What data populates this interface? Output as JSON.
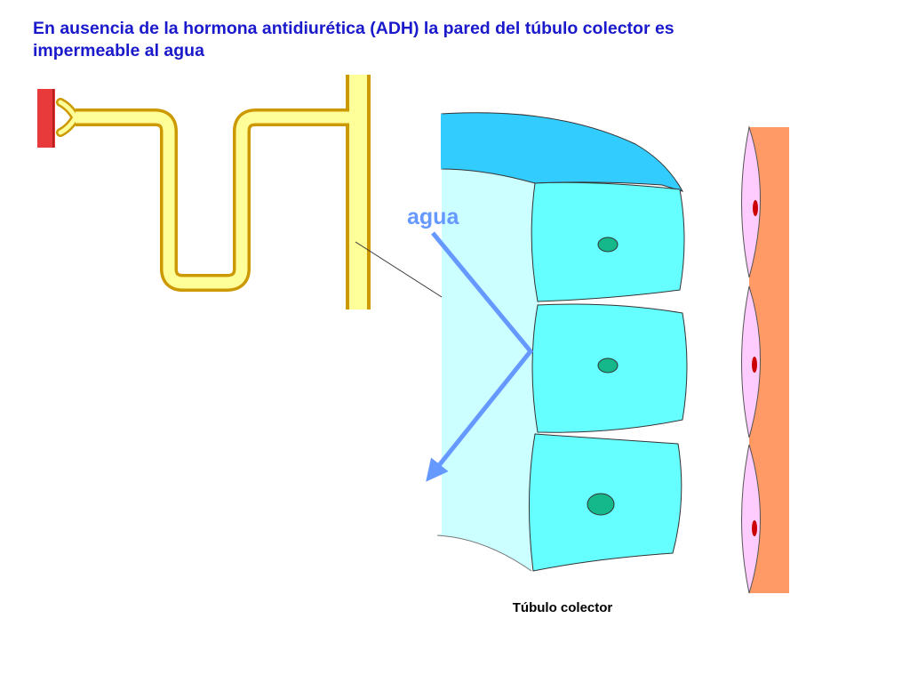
{
  "slide": {
    "title": "En ausencia de la hormona  antidiurética (ADH) la pared del túbulo colector es\nimpermeable al agua"
  },
  "diagram": {
    "water_label": "agua",
    "tubule_caption": "Túbulo colector"
  },
  "colors": {
    "title_text": "#1a1acc",
    "nephron_fill": "#ffff99",
    "nephron_outline": "#cc9900",
    "capsule_red": "#e83a3a",
    "lumen_fill": "#ccffff",
    "apical_band": "#33ccff",
    "epithelial_cell": "#66ffff",
    "nucleus": "#14b88a",
    "water_arrow": "#6699ff",
    "interstitium": "#ff9966",
    "endothelial_cell": "#ffccff",
    "endothelial_nucleus": "#cc0000"
  }
}
